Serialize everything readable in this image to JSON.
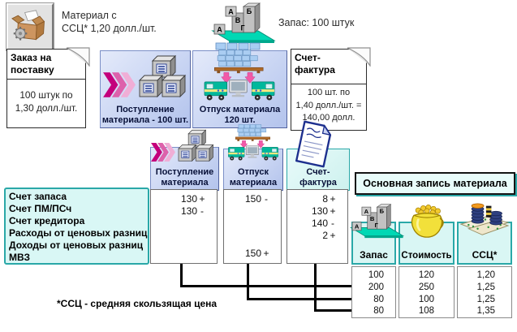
{
  "top": {
    "material_label_line1": "Материал с",
    "material_label_line2": "ССЦ* 1,20 долл./шт.",
    "stock_label": "Запас: 100 штук"
  },
  "purchase_order": {
    "title_line1": "Заказ на",
    "title_line2": "поставку",
    "body_line1": "100 штук по",
    "body_line2": "1,30 долл./шт."
  },
  "goods_receipt": {
    "title_line1": "Поступление",
    "title_line2": "материала - 100 шт."
  },
  "goods_issue": {
    "title_line1": "Отпуск материала",
    "title_line2": "120 шт."
  },
  "invoice": {
    "title_line1": "Счет-",
    "title_line2": "фактура",
    "body_line1": "100 шт. по",
    "body_line2": "1,40 долл./шт. =",
    "body_line3": "140,00 долл."
  },
  "accounts_legend": {
    "items": [
      "Счет запаса",
      "Счет ПМ/ПСч",
      "Счет кредитора",
      "Расходы от ценовых разниц",
      "Доходы от ценовых разниц",
      "МВЗ"
    ]
  },
  "t_accounts": {
    "receipt": {
      "title_line1": "Поступление",
      "title_line2": "материала",
      "rows": [
        {
          "value": "130",
          "sign": "+"
        },
        {
          "value": "130",
          "sign": "-"
        }
      ]
    },
    "issue": {
      "title_line1": "Отпуск",
      "title_line2": "материала",
      "rows": [
        {
          "value": "150",
          "sign": "-"
        }
      ],
      "bottom_row": {
        "value": "150",
        "sign": "+"
      }
    },
    "invoice": {
      "title_line1": "Счет-",
      "title_line2": "фактура",
      "rows": [
        {
          "value": "8",
          "sign": "+"
        },
        {
          "value": "130",
          "sign": "+"
        },
        {
          "value": "140",
          "sign": "-"
        },
        {
          "value": "2",
          "sign": "+"
        }
      ]
    }
  },
  "material_master": {
    "title": "Основная запись материала",
    "columns": [
      {
        "label": "Запас",
        "icon": "warehouse-stock-icon",
        "values": [
          "100",
          "200",
          "80",
          "80"
        ]
      },
      {
        "label": "Стоимость",
        "icon": "money-pot-icon",
        "values": [
          "120",
          "250",
          "100",
          "108"
        ]
      },
      {
        "label": "ССЦ*",
        "icon": "coin-stacks-icon",
        "values": [
          "1,20",
          "1,25",
          "1,25",
          "1,35"
        ]
      }
    ]
  },
  "footnote": "*ССЦ - средняя скользящая цена",
  "icons": {
    "package": "package-box-icon",
    "warehouse": "warehouse-stock-icon",
    "chevrons": "fast-forward-chevrons-icon",
    "goods_boxes": "goods-boxes-icon",
    "shipping": "pallet-trucks-shipping-icon",
    "invoice_doc": "invoice-document-icon",
    "money_pot": "money-pot-icon",
    "coins": "coin-stacks-icon",
    "page_curl": "page-curl-icon"
  },
  "colors": {
    "panel_blue": "#c9d5f3",
    "panel_border_blue": "#7b8fc7",
    "cyan_fill": "#d9f6f4",
    "cyan_border": "#2aa8a8",
    "chevron_magenta": "#c4007c",
    "truck_teal": "#00b89c",
    "platform_teal": "#00d8b4",
    "pallet_brown": "#b06a28",
    "line_black": "#000000"
  }
}
